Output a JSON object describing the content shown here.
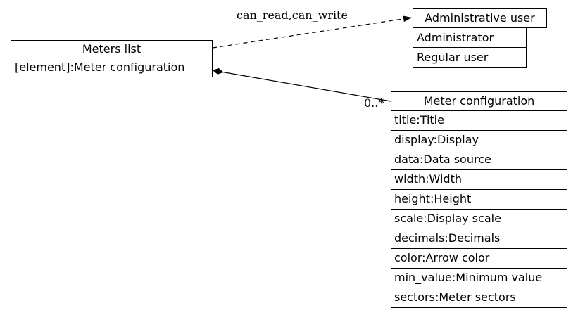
{
  "nodes": {
    "meters_list": {
      "title": "Meters list",
      "rows": [
        "[element]:Meter configuration"
      ]
    },
    "admin_user": {
      "title": "Administrative user",
      "rows": [
        "Administrator",
        "Regular user"
      ]
    },
    "meter_config": {
      "title": "Meter configuration",
      "rows": [
        "title:Title",
        "display:Display",
        "data:Data source",
        "width:Width",
        "height:Height",
        "scale:Display scale",
        "decimals:Decimals",
        "color:Arrow color",
        "min_value:Minimum value",
        "sectors:Meter sectors"
      ]
    }
  },
  "edges": {
    "dependency": {
      "label": "can_read,can_write",
      "style": "dashed-arrow"
    },
    "composition": {
      "label": "0..*",
      "style": "solid-filled-diamond"
    }
  },
  "colors": {
    "line": "#000000",
    "text": "#000000",
    "background": "#ffffff"
  }
}
